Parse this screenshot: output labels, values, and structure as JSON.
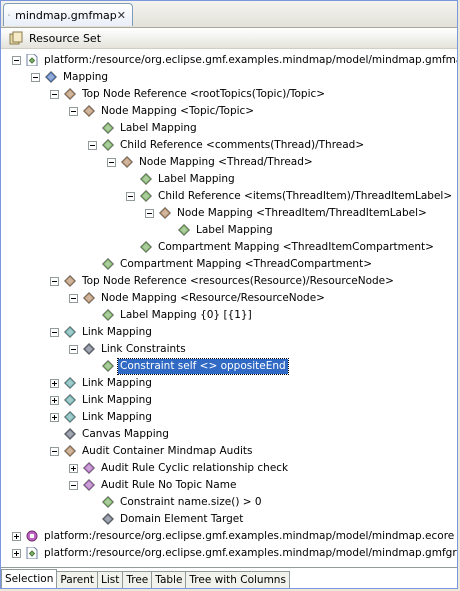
{
  "editor": {
    "title": "mindmap.gmfmap",
    "close_label": "✕"
  },
  "header": {
    "title": "Resource Set"
  },
  "tree": [
    {
      "label": "platform:/resource/org.eclipse.gmf.examples.mindmap/model/mindmap.gmfmap",
      "level": 0,
      "expander": "open",
      "icon": "resource-file-icon"
    },
    {
      "label": "Mapping",
      "level": 1,
      "expander": "open",
      "icon": "mapping-icon"
    },
    {
      "label": "Top Node Reference <rootTopics(Topic)/Topic>",
      "level": 2,
      "expander": "open",
      "icon": "top-node-icon"
    },
    {
      "label": "Node Mapping <Topic/Topic>",
      "level": 3,
      "expander": "open",
      "icon": "node-mapping-icon"
    },
    {
      "label": "Label Mapping",
      "level": 4,
      "expander": "none",
      "icon": "label-mapping-icon"
    },
    {
      "label": "Child Reference <comments(Thread)/Thread>",
      "level": 4,
      "expander": "open",
      "icon": "child-ref-icon"
    },
    {
      "label": "Node Mapping <Thread/Thread>",
      "level": 5,
      "expander": "open",
      "icon": "node-mapping-icon"
    },
    {
      "label": "Label Mapping",
      "level": 6,
      "expander": "none",
      "icon": "label-mapping-icon"
    },
    {
      "label": "Child Reference <items(ThreadItem)/ThreadItemLabel>",
      "level": 6,
      "expander": "open",
      "icon": "child-ref-icon"
    },
    {
      "label": "Node Mapping <ThreadItem/ThreadItemLabel>",
      "level": 7,
      "expander": "open",
      "icon": "node-mapping-icon"
    },
    {
      "label": "Label Mapping",
      "level": 8,
      "expander": "none",
      "icon": "label-mapping-icon"
    },
    {
      "label": "Compartment Mapping <ThreadItemCompartment>",
      "level": 6,
      "expander": "none",
      "icon": "compartment-icon"
    },
    {
      "label": "Compartment Mapping <ThreadCompartment>",
      "level": 4,
      "expander": "none",
      "icon": "compartment-icon"
    },
    {
      "label": "Top Node Reference <resources(Resource)/ResourceNode>",
      "level": 2,
      "expander": "open",
      "icon": "top-node-icon"
    },
    {
      "label": "Node Mapping <Resource/ResourceNode>",
      "level": 3,
      "expander": "open",
      "icon": "node-mapping-icon"
    },
    {
      "label": "Label Mapping {0} [{1}]",
      "level": 4,
      "expander": "none",
      "icon": "label-mapping-icon"
    },
    {
      "label": "Link Mapping",
      "level": 2,
      "expander": "open",
      "icon": "link-mapping-icon"
    },
    {
      "label": "Link Constraints",
      "level": 3,
      "expander": "open",
      "icon": "link-constraints-icon"
    },
    {
      "label": "Constraint self <> oppositeEnd",
      "level": 4,
      "expander": "none",
      "icon": "constraint-icon",
      "selected": true
    },
    {
      "label": "Link Mapping",
      "level": 2,
      "expander": "closed",
      "icon": "link-mapping-icon"
    },
    {
      "label": "Link Mapping",
      "level": 2,
      "expander": "closed",
      "icon": "link-mapping-icon"
    },
    {
      "label": "Link Mapping",
      "level": 2,
      "expander": "closed",
      "icon": "link-mapping-icon"
    },
    {
      "label": "Canvas Mapping",
      "level": 2,
      "expander": "none",
      "icon": "canvas-mapping-icon"
    },
    {
      "label": "Audit Container Mindmap Audits",
      "level": 2,
      "expander": "open",
      "icon": "audit-container-icon"
    },
    {
      "label": "Audit Rule Cyclic relationship check",
      "level": 3,
      "expander": "closed",
      "icon": "audit-rule-icon"
    },
    {
      "label": "Audit Rule No Topic Name",
      "level": 3,
      "expander": "open",
      "icon": "audit-rule-icon"
    },
    {
      "label": "Constraint name.size() > 0",
      "level": 4,
      "expander": "none",
      "icon": "constraint-icon"
    },
    {
      "label": "Domain Element Target",
      "level": 4,
      "expander": "none",
      "icon": "domain-target-icon"
    },
    {
      "label": "platform:/resource/org.eclipse.gmf.examples.mindmap/model/mindmap.ecore",
      "level": 0,
      "expander": "closed",
      "icon": "ecore-file-icon"
    },
    {
      "label": "platform:/resource/org.eclipse.gmf.examples.mindmap/model/mindmap.gmfgraph",
      "level": 0,
      "expander": "closed",
      "icon": "gmfgraph-file-icon"
    }
  ],
  "bottom_tabs": [
    {
      "label": "Selection",
      "active": true
    },
    {
      "label": "Parent",
      "active": false
    },
    {
      "label": "List",
      "active": false
    },
    {
      "label": "Tree",
      "active": false
    },
    {
      "label": "Table",
      "active": false
    },
    {
      "label": "Tree with Columns",
      "active": false
    }
  ],
  "colors": {
    "selection": "#316ac5",
    "diamond_green": "#7fb26a",
    "diamond_brown": "#b7906c",
    "diamond_purple": "#b070c0",
    "diamond_teal": "#70b0b0",
    "diamond_gray": "#707888",
    "diamond_blue": "#5a7fc0"
  }
}
